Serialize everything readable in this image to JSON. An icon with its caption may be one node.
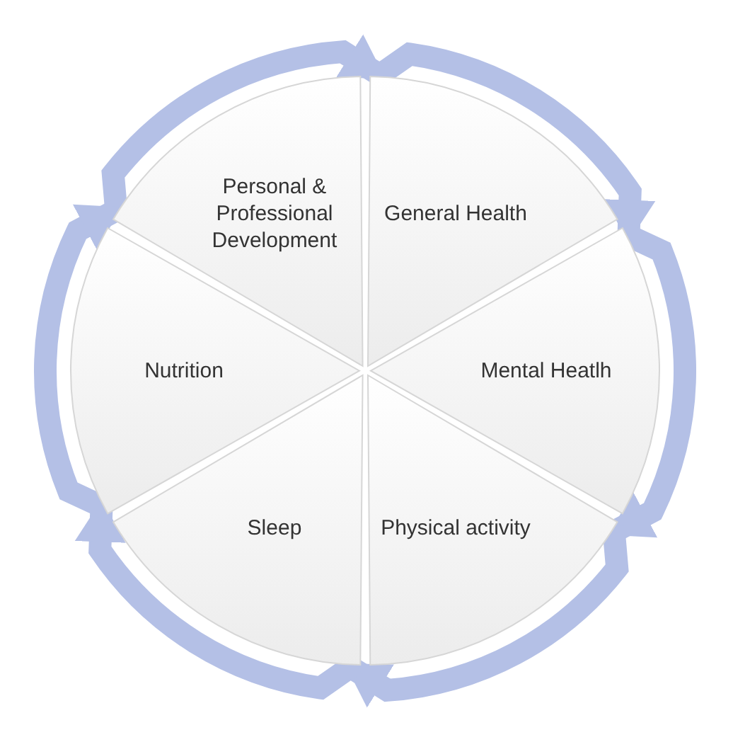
{
  "diagram": {
    "nodes": [
      {
        "text": [
          "Personal & Professional Development"
        ]
      },
      {
        "text": [
          "General Health"
        ]
      },
      {
        "text": [
          "Mental Heatlh"
        ]
      },
      {
        "text": [
          "Physical activity"
        ]
      },
      {
        "text": [
          "Sleep"
        ]
      },
      {
        "text": [
          "Nutrition"
        ]
      }
    ],
    "edges": [
      {
        "from": 0,
        "to": 1,
        "arrow": "to"
      },
      {
        "from": 1,
        "to": 2,
        "arrow": "to"
      },
      {
        "from": 2,
        "to": 3,
        "arrow": "to"
      },
      {
        "from": 3,
        "to": 4,
        "arrow": "to"
      },
      {
        "from": 4,
        "to": 5,
        "arrow": "to"
      },
      {
        "from": 5,
        "to": 0,
        "arrow": "to"
      }
    ]
  }
}
